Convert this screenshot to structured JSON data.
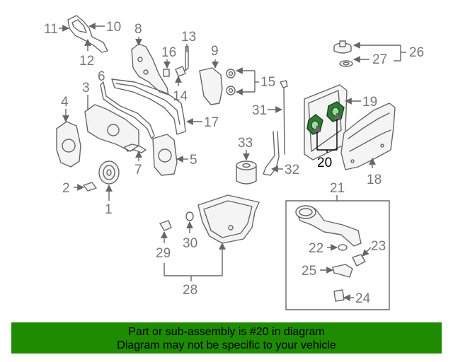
{
  "diagram": {
    "highlight_color": "#2e7d32",
    "callouts": [
      "1",
      "2",
      "3",
      "4",
      "5",
      "6",
      "7",
      "8",
      "9",
      "10",
      "11",
      "12",
      "13",
      "14",
      "15",
      "16",
      "17",
      "18",
      "19",
      "20",
      "21",
      "22",
      "23",
      "24",
      "25",
      "26",
      "27",
      "28",
      "29",
      "30",
      "31",
      "32",
      "33"
    ]
  },
  "footer": {
    "background": "#1e8b00",
    "line1": "Part or sub-assembly is #20 in diagram",
    "line2": "Diagram may not be specific to your vehicle"
  }
}
